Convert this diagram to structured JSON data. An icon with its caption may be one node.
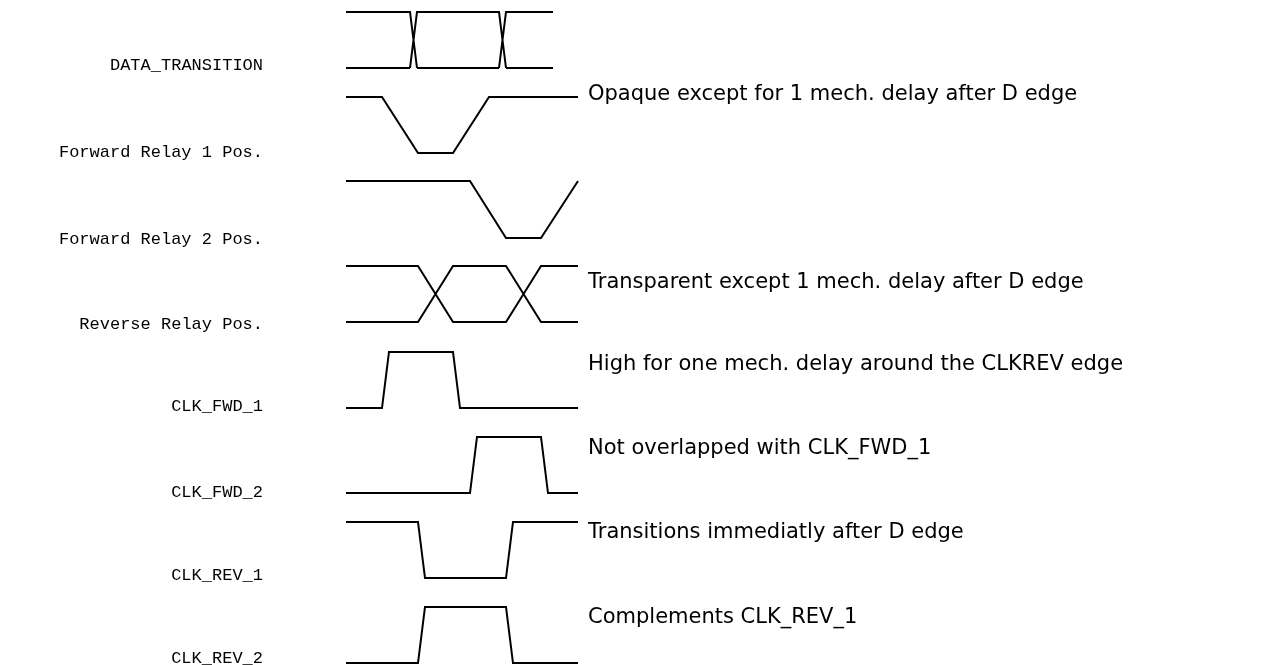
{
  "diagram": {
    "labels": [
      "DATA_TRANSITION",
      "Forward Relay 1 Pos.",
      "Opaque except for 1 mech. delay after D edge",
      "Forward Relay 2 Pos.",
      "Reverse Relay Pos.",
      "Transparent except 1 mech. delay after D edge",
      "CLK_FWD_1",
      "High for one mech. delay around the CLKREV edge",
      "CLK_FWD_2",
      "Not overlapped with CLK_FWD_1",
      "CLK_REV_1",
      "Transitions immediatly after D edge",
      "CLK_REV_2",
      "Complements CLK_REV_1"
    ]
  }
}
